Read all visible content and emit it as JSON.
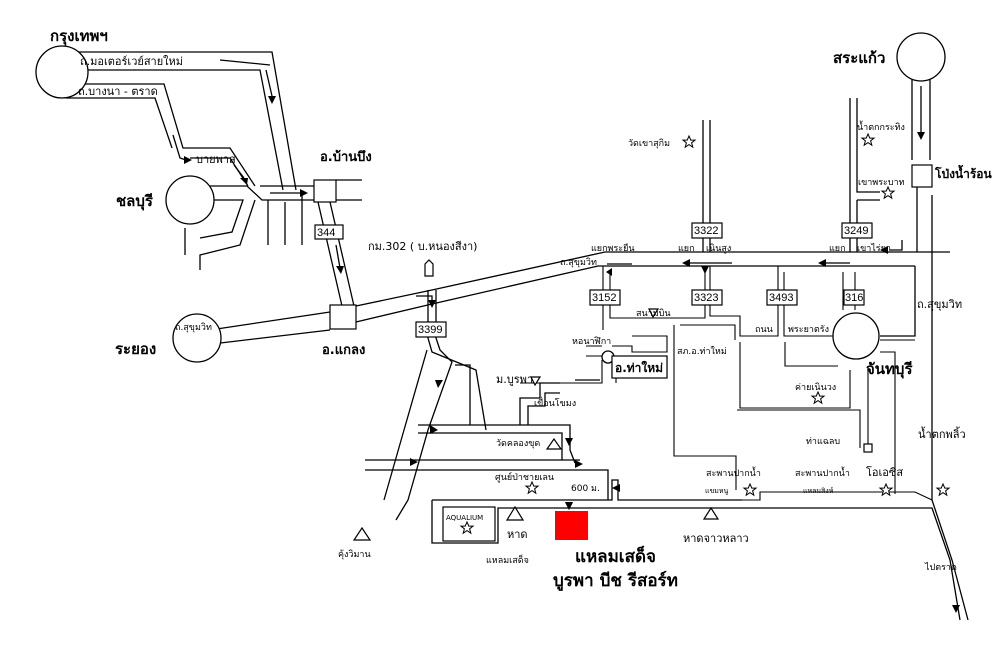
{
  "map": {
    "title_line1": "แหลมเสด็จ",
    "title_line2": "บูรพา บีช รีสอร์ท",
    "destination_color": "#ff0000",
    "cities": {
      "bangkok": "กรุงเทพฯ",
      "chonburi": "ชลบุรี",
      "rayong": "ระยอง",
      "sakaeo": "สระแก้ว",
      "chanthaburi": "จันทบุรี"
    },
    "districts": {
      "ban_bueng": "อ.บ้านบึง",
      "klaeng": "อ.แกลง",
      "tha_mai": "อ.ท่าใหม่",
      "pong_nam_ron": "โป่งน้ำร้อน"
    },
    "roads": {
      "motorway": "ถ.มอเตอร์เวย์สายใหม่",
      "bangna_trat": "ถ.บางนา - ตราด",
      "bypass": "บายพาส",
      "sukhumvit_rayong": "ถ.สุขุมวิท",
      "sukhumvit_mid": "ถ.สุขุมวิท",
      "sukhumvit_east": "ถ.สุขุมวิท",
      "km302": "กม.302 ( บ.หนองสีงา)",
      "to_trat": "ไปตราด"
    },
    "route_numbers": [
      "344",
      "3399",
      "3152",
      "3323",
      "3493",
      "316",
      "3322",
      "3249"
    ],
    "junctions": {
      "phra_yuen": "แยกพระยืน",
      "yaek1": "แยก",
      "noen_sung": "เนินสูง",
      "yaek2": "แยก",
      "khao_rai_ya": "เขาไร่ยา",
      "thanon": "ถนน",
      "phraya_trang": "พระยาตรัง"
    },
    "landmarks": {
      "wat_khao_sukim": "วัดเขาสุกิม",
      "nam_tok_krathing": "น้ำตกกระทิง",
      "khao_phra_bat": "เขาพระบาท",
      "airport": "สนามบิน",
      "hor_nalika": "หอนาฬิกา",
      "police": "สภ.อ.ท่าใหม่",
      "camp": "ค่ายเนินวง",
      "tha_chalaep": "ท่าแฉลบ",
      "nam_tok_phlio": "น้ำตกพลิ้ว",
      "burapha_univ": "ม.บูรพา",
      "khuean": "เขื่อนโขมง",
      "wat_khlong_khut": "วัดคลองขุด",
      "mangrove": "ศูนย์ป่าชายเลน",
      "distance": "600 ม.",
      "bridge1": "สะพานปากน้ำ",
      "bridge1_sub": "แขมหนู",
      "bridge2": "สะพานปากน้ำ",
      "bridge2_sub": "แหลมสิงห์",
      "oasis": "โอเอซีส",
      "kung_wiman": "คุ้งวิมาน",
      "aquarium": "AQUALIUM",
      "beach": "หาด",
      "beach_sub": "แหลมเสด็จ",
      "chao_lao": "หาดจาวหลาว"
    }
  }
}
